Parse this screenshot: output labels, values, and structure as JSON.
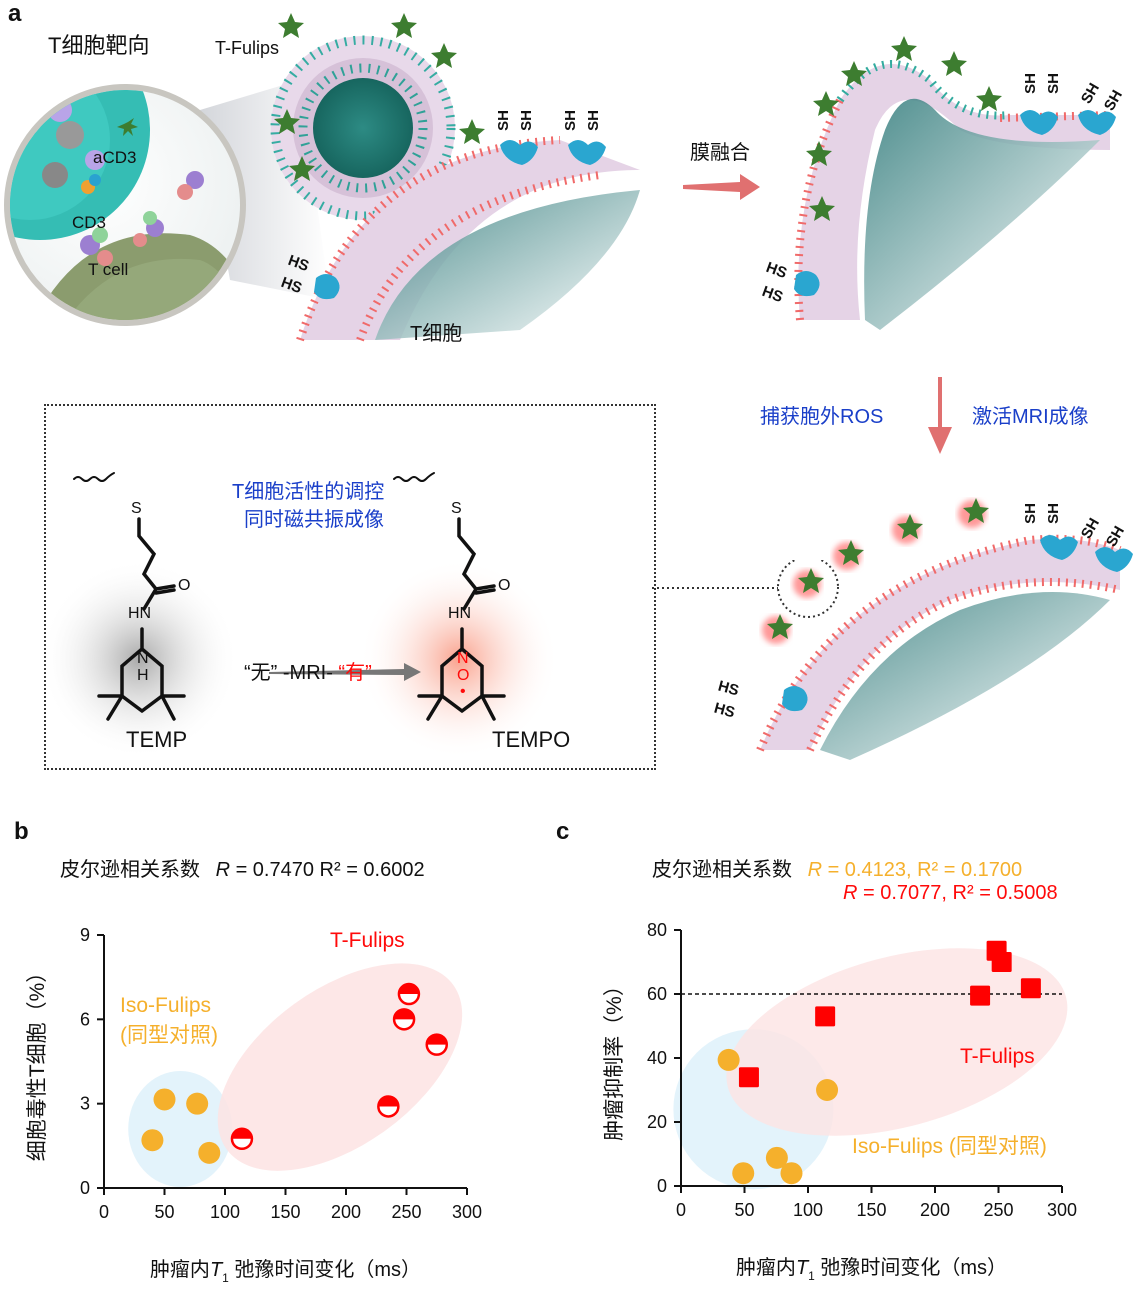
{
  "panel_a": {
    "letter": "a",
    "targeting_title": "T细胞靶向",
    "nanoparticle_label": "T-Fulips",
    "magnifier_labels": {
      "antibody": "aCD3",
      "receptor": "CD3",
      "cell": "T cell"
    },
    "cell_label": "T细胞",
    "thiol_top": "SH",
    "thiol_side": "HS",
    "fusion_arrow_label": "膜融合",
    "capture_label": "捕获胞外ROS",
    "activate_label": "激活MRI成像",
    "box_title_line1": "T细胞活性的调控",
    "box_title_line2": "同时磁共振成像",
    "reaction_label_off": "“无”",
    "reaction_label_mid": " -MRI- ",
    "reaction_label_on": "“有”",
    "molecule_left": "TEMP",
    "molecule_right": "TEMPO",
    "atoms": {
      "S": "S",
      "O": "O",
      "HN": "HN",
      "N": "N",
      "H": "H"
    },
    "colors": {
      "accent_red": "#ff0a0a",
      "accent_blue": "#1a3fc9",
      "arrow_pink": "#e07070"
    }
  },
  "chart_data": [
    {
      "id": "b",
      "type": "scatter",
      "letter": "b",
      "title_prefix": "皮尔逊相关系数",
      "stats": [
        {
          "text_R": "R",
          "text": " = 0.7470  R² = 0.6002",
          "color": "#111111"
        }
      ],
      "xlabel": "肿瘤内T₁ 弛豫时间变化（ms）",
      "xlabel_parts": {
        "pre": "肿瘤内",
        "T": "T",
        "sub": "1",
        "post": " 弛豫时间变化（ms）"
      },
      "ylabel": "细胞毒性T细胞（%）",
      "xlim": [
        0,
        300
      ],
      "ylim": [
        0,
        9
      ],
      "xticks": [
        0,
        50,
        100,
        150,
        200,
        250,
        300
      ],
      "yticks": [
        0,
        3,
        6,
        9
      ],
      "grid": false,
      "series": [
        {
          "name": "Iso-Fulips",
          "name_line2": "(同型对照)",
          "marker": "circle-filled",
          "color": "#f5b02c",
          "points": [
            [
              40,
              1.7
            ],
            [
              50,
              3.15
            ],
            [
              77,
              3.0
            ],
            [
              87,
              1.25
            ]
          ]
        },
        {
          "name": "T-Fulips",
          "marker": "circle-half",
          "color": "#ff0000",
          "points": [
            [
              114,
              1.75
            ],
            [
              235,
              2.9
            ],
            [
              248,
              6.0
            ],
            [
              252,
              6.9
            ],
            [
              275,
              5.1
            ]
          ]
        }
      ]
    },
    {
      "id": "c",
      "type": "scatter",
      "letter": "c",
      "title_prefix": "皮尔逊相关系数",
      "stats": [
        {
          "text_R": "R",
          "text": " = 0.4123, R² = 0.1700",
          "color": "#f5b02c"
        },
        {
          "text_R": "R",
          "text": " = 0.7077, R² = 0.5008",
          "color": "#ff0a0a"
        }
      ],
      "xlabel": "肿瘤内T₁ 弛豫时间变化（ms）",
      "xlabel_parts": {
        "pre": "肿瘤内",
        "T": "T",
        "sub": "1",
        "post": " 弛豫时间变化（ms）"
      },
      "ylabel": "肿瘤抑制率（%）",
      "xlim": [
        0,
        300
      ],
      "ylim": [
        0,
        80
      ],
      "xticks": [
        0,
        50,
        100,
        150,
        200,
        250,
        300
      ],
      "yticks": [
        0,
        20,
        40,
        60,
        80
      ],
      "reference_line_y": 60,
      "grid": false,
      "series": [
        {
          "name": "Iso-Fulips (同型对照)",
          "marker": "circle-filled",
          "color": "#f5b02c",
          "points": [
            [
              37.5,
              39.4
            ],
            [
              49,
              4
            ],
            [
              75.5,
              8.8
            ],
            [
              87,
              4
            ],
            [
              115,
              30
            ]
          ]
        },
        {
          "name": "T-Fulips",
          "marker": "square",
          "color": "#ff0000",
          "points": [
            [
              53.5,
              34
            ],
            [
              113.5,
              53
            ],
            [
              235.5,
              59.5
            ],
            [
              248.5,
              73.5
            ],
            [
              252.5,
              70
            ],
            [
              275.5,
              61.8
            ]
          ]
        }
      ]
    }
  ]
}
